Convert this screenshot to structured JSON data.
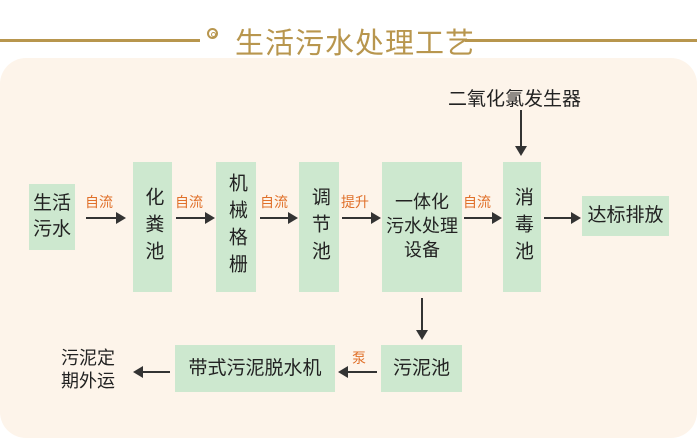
{
  "title": "生活污水处理工艺",
  "chlorine_generator": "二氧化氯发生器",
  "nodes": {
    "domestic_sewage": "生活\n污水",
    "septic_tank": "化粪池",
    "mechanical_grille": "机械格栅",
    "regulating_tank": "调节池",
    "integrated_equipment": "一体化\n污水处理设备",
    "disinfection_tank": "消毒池",
    "discharge": "达标排放",
    "sludge_tank": "污泥池",
    "belt_dewatering": "带式污泥脱水机",
    "sludge_transport": "污泥定\n期外运"
  },
  "edges": {
    "flow1": "自流",
    "flow2": "自流",
    "flow3": "自流",
    "lift": "提升",
    "flow4": "自流",
    "pump": "泵"
  },
  "colors": {
    "title": "#b8964e",
    "box": "#cde8cf",
    "label": "#e0702a",
    "panel": "#fdf4ea"
  }
}
